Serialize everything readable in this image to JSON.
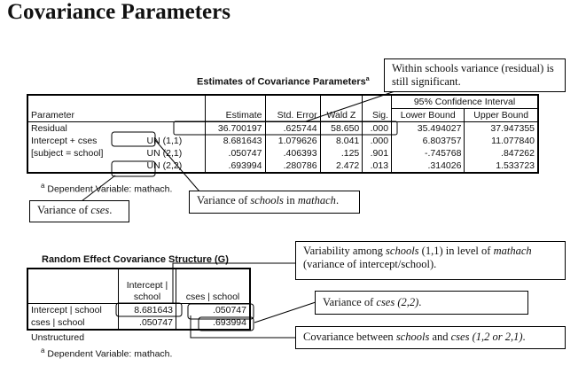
{
  "heading": "Covariance Parameters",
  "table1": {
    "title": "Estimates of Covariance Parameters",
    "footnote_marker": "a",
    "ci_header": "95% Confidence Interval",
    "columns": [
      "Parameter",
      "Estimate",
      "Std. Error",
      "Wald Z",
      "Sig.",
      "Lower Bound",
      "Upper Bound"
    ],
    "rows": [
      {
        "param": "Residual",
        "sub": "",
        "estimate": "36.700197",
        "std_error": ".625744",
        "wald_z": "58.650",
        "sig": ".000",
        "lower": "35.494027",
        "upper": "37.947355"
      },
      {
        "param": "Intercept + cses",
        "sub": "UN (1,1)",
        "estimate": "8.681643",
        "std_error": "1.079626",
        "wald_z": "8.041",
        "sig": ".000",
        "lower": "6.803757",
        "upper": "11.077840"
      },
      {
        "param": "[subject = school]",
        "sub": "UN (2,1)",
        "estimate": ".050747",
        "std_error": ".406393",
        "wald_z": ".125",
        "sig": ".901",
        "lower": "-.745768",
        "upper": ".847262"
      },
      {
        "param": "",
        "sub": "UN (2,2)",
        "estimate": ".693994",
        "std_error": ".280786",
        "wald_z": "2.472",
        "sig": ".013",
        "lower": ".314026",
        "upper": "1.533723"
      }
    ],
    "footnote": "Dependent Variable: mathach."
  },
  "table2": {
    "title": "Random Effect Covariance Structure (G)",
    "footnote_marker": "a",
    "columns": [
      "",
      "Intercept | school",
      "cses | school"
    ],
    "rows": [
      {
        "label": "Intercept | school",
        "c1": "8.681643",
        "c2": ".050747"
      },
      {
        "label": "cses | school",
        "c1": ".050747",
        "c2": ".693994"
      }
    ],
    "structure": "Unstructured",
    "footnote": "Dependent Variable: mathach."
  },
  "callouts": {
    "residual": "Within schools variance (residual) is still significant.",
    "cses_var": {
      "a": "Variance of ",
      "b": "cses",
      "c": "."
    },
    "schools_var": {
      "a": "Variance of ",
      "b": "schools",
      "c": " in ",
      "d": "mathach",
      "e": "."
    },
    "variability": {
      "a": "Variability among ",
      "b": "schools",
      "c": " (1,1) in level of ",
      "d": "mathach",
      "e": " (variance of intercept/school)."
    },
    "cses_22": {
      "a": "Variance of ",
      "b": "cses (2,2)",
      "c": "."
    },
    "covariance": {
      "a": "Covariance between ",
      "b": "schools",
      "c": " and ",
      "d": "cses (1,2 or 2,1)",
      "e": "."
    }
  }
}
